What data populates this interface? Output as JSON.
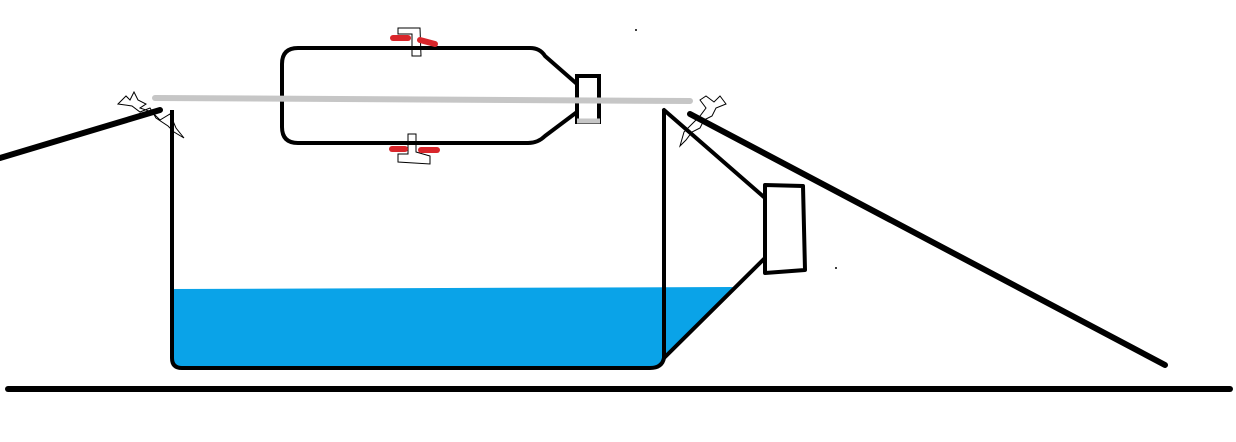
{
  "diagram": {
    "description_type": "hand-drawn apparatus sketch",
    "colors": {
      "background": "#ffffff",
      "outline": "#000000",
      "water": "#0aa3e8",
      "rod": "#c6c6c6",
      "clip": "#d9262b"
    },
    "parts": [
      {
        "id": "large-bottle",
        "kind": "container"
      },
      {
        "id": "small-bottle",
        "kind": "container"
      },
      {
        "id": "water-fill",
        "kind": "liquid"
      },
      {
        "id": "cross-rod",
        "kind": "support"
      },
      {
        "id": "left-support-line",
        "kind": "support"
      },
      {
        "id": "right-support-line",
        "kind": "support"
      },
      {
        "id": "ground-line",
        "kind": "base"
      },
      {
        "id": "bottle-cap",
        "kind": "cap"
      },
      {
        "id": "small-cap",
        "kind": "cap"
      },
      {
        "id": "top-clip",
        "kind": "clip"
      },
      {
        "id": "bottom-clip",
        "kind": "clip"
      }
    ]
  }
}
